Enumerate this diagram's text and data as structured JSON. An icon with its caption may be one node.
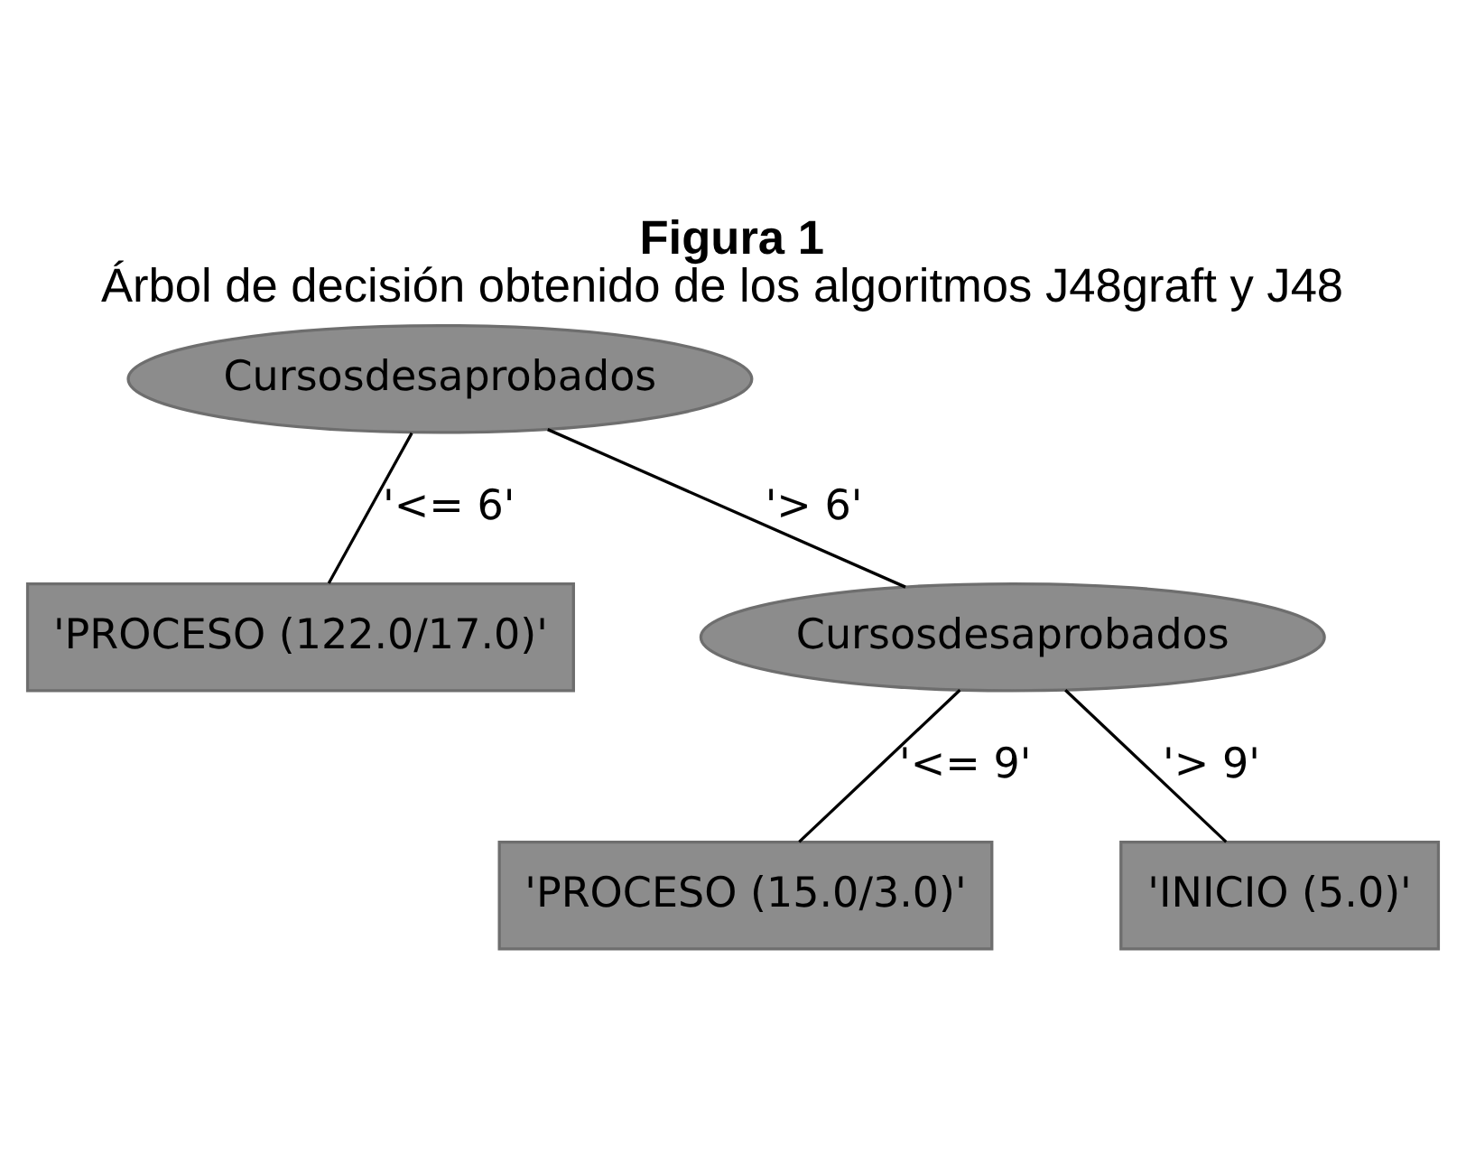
{
  "diagram": {
    "title": "Figura 1",
    "caption": "Árbol de decisión obtenido de los algoritmos J48graft y J48",
    "nodes": [
      {
        "text": [
          "Cursosdesaprobados"
        ]
      },
      {
        "text": [
          "'PROCESO (122.0/17.0)'"
        ]
      },
      {
        "text": [
          "Cursosdesaprobados"
        ]
      },
      {
        "text": [
          "'PROCESO (15.0/3.0)'"
        ]
      },
      {
        "text": [
          "'INICIO (5.0)'"
        ]
      }
    ],
    "edges": [
      {
        "from": 0,
        "to": 1,
        "arrow": "none",
        "label": "'<= 6'"
      },
      {
        "from": 0,
        "to": 2,
        "arrow": "none",
        "label": "'> 6'"
      },
      {
        "from": 2,
        "to": 3,
        "arrow": "none",
        "label": "'<= 9'"
      },
      {
        "from": 2,
        "to": 4,
        "arrow": "none",
        "label": "'> 9'"
      }
    ]
  }
}
